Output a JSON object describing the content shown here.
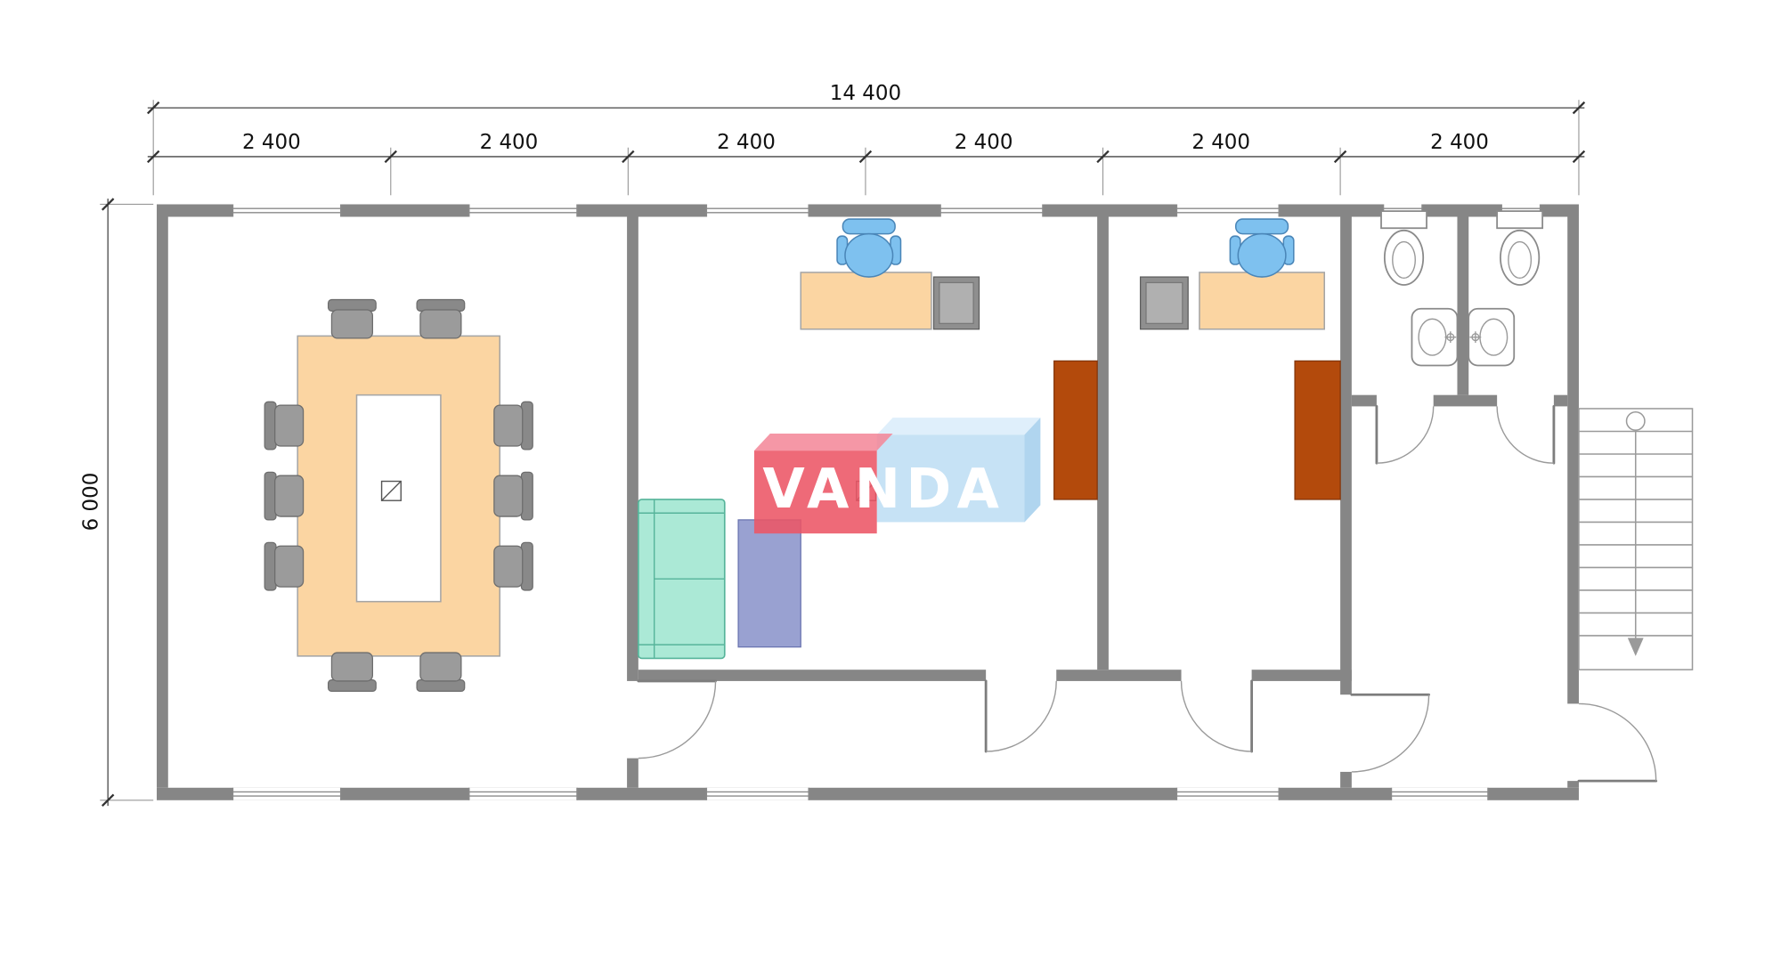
{
  "dimensions": {
    "total_width": "14 400",
    "segments": [
      "2 400",
      "2 400",
      "2 400",
      "2 400",
      "2 400",
      "2 400"
    ],
    "total_height": "6 000"
  },
  "watermark": {
    "text": "VANDA"
  },
  "colors": {
    "wall": "#868686",
    "furniture-wood": "#fbd5a2",
    "chair-gray": "#9b9b9b",
    "office-chair-blue": "#7ec1ef",
    "sofa-teal": "#abe9d6",
    "rug-purple": "#8b94cb",
    "cabinet-brown": "#b34a0c",
    "logo-pink": "#ec5565",
    "logo-pink-top": "#f4899a",
    "logo-blue": "#b9dcf3",
    "logo-blue-top": "#d8ecfa",
    "logo-text": "#ffffff"
  }
}
